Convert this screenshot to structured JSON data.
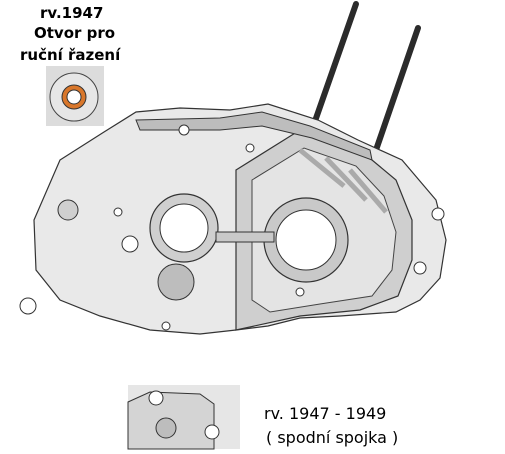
{
  "label_top": {
    "line1": "rv.1947",
    "line2": "Otvor pro",
    "line3": "ruční řazení"
  },
  "label_bottom": {
    "line1": "rv. 1947 - 1949",
    "line2": "( spodní spojka )"
  },
  "colors": {
    "casing_light": "#e9e9e9",
    "casing_mid": "#cfcfcf",
    "casing_dark": "#a9a9a9",
    "outline": "#333333",
    "stud": "#2b2b2b",
    "bushing": "#d9772b"
  }
}
